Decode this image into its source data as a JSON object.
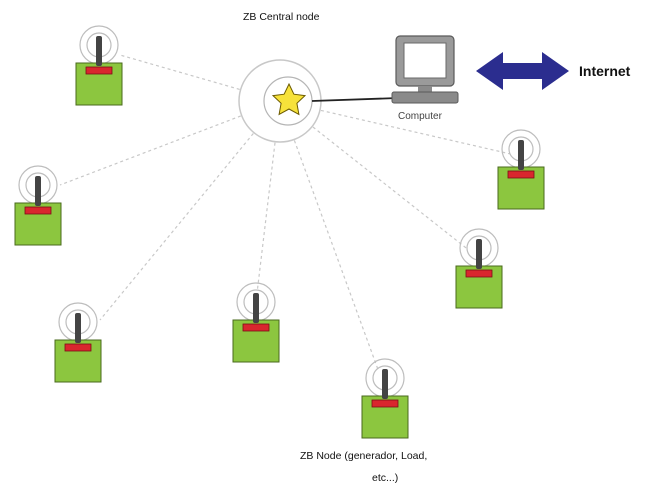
{
  "diagram": {
    "central_label": "ZB Central node",
    "computer_label": "Computer",
    "internet_label": "Internet",
    "node_label_line1": "ZB Node (generador, Load,",
    "node_label_line2": "etc...)"
  },
  "colors": {
    "node_body": "#8cc63f",
    "node_body_border": "#4a6a1c",
    "node_bar": "#d9262e",
    "antenna": "#444444",
    "star": "#f7e23a",
    "arrow": "#2b2d8f",
    "internet_text": "#2b2d8f",
    "connector": "#c8c8c8"
  }
}
